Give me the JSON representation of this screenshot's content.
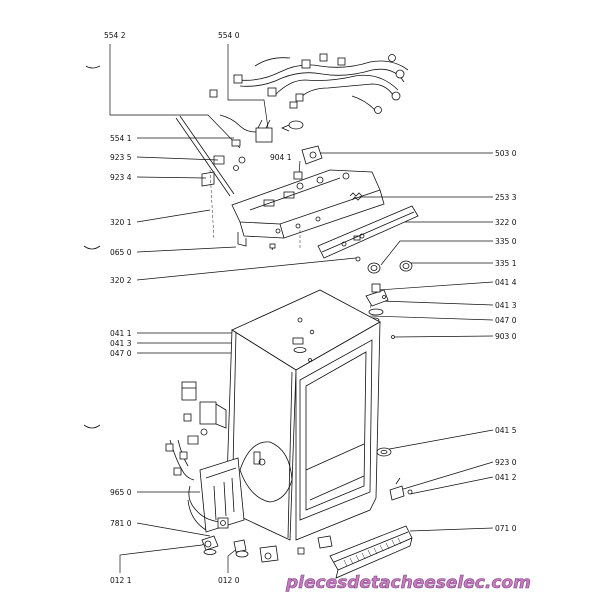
{
  "callouts": [
    {
      "id": "5542",
      "text": "554 2"
    },
    {
      "id": "5540",
      "text": "554 0"
    },
    {
      "id": "5541",
      "text": "554 1"
    },
    {
      "id": "9235",
      "text": "923 5"
    },
    {
      "id": "9234",
      "text": "923 4"
    },
    {
      "id": "3201",
      "text": "320 1"
    },
    {
      "id": "0650",
      "text": "065 0"
    },
    {
      "id": "3202",
      "text": "320 2"
    },
    {
      "id": "9041",
      "text": "904 1"
    },
    {
      "id": "5030",
      "text": "503 0"
    },
    {
      "id": "2533",
      "text": "253 3"
    },
    {
      "id": "3220",
      "text": "322 0"
    },
    {
      "id": "3350",
      "text": "335 0"
    },
    {
      "id": "3351",
      "text": "335 1"
    },
    {
      "id": "0414",
      "text": "041 4"
    },
    {
      "id": "0413r",
      "text": "041 3"
    },
    {
      "id": "0470r",
      "text": "047 0"
    },
    {
      "id": "9030",
      "text": "903 0"
    },
    {
      "id": "0411",
      "text": "041 1"
    },
    {
      "id": "0413l",
      "text": "041 3"
    },
    {
      "id": "0470l",
      "text": "047 0"
    },
    {
      "id": "0415",
      "text": "041 5"
    },
    {
      "id": "9230",
      "text": "923 0"
    },
    {
      "id": "0412",
      "text": "041 2"
    },
    {
      "id": "9650",
      "text": "965 0"
    },
    {
      "id": "7810",
      "text": "781 0"
    },
    {
      "id": "0710",
      "text": "071 0"
    },
    {
      "id": "0121",
      "text": "012 1"
    },
    {
      "id": "0120",
      "text": "012 0"
    }
  ],
  "watermark": "piecesdetacheeselec.com"
}
